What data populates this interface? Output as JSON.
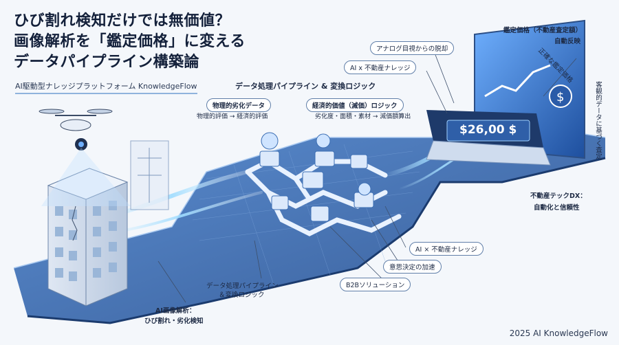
{
  "title": {
    "line1": "ひび割れ検知だけでは無価値？",
    "line2": "画像解析を「鑑定価格」に変える",
    "line3": "データパイプライン構築論"
  },
  "subtitle": "AI駆動型ナレッジプラットフォーム KnowledgeFlow",
  "pipeline": {
    "header": "データ処理パイプライン & 変換ロジック",
    "physical_pill": "物理的劣化データ",
    "physical_desc": "物理的評価 → 経済的評価",
    "economic_pill": "経済的価値（減価）ロジック",
    "economic_desc": "劣化度・面積・素材 → 減価額算出"
  },
  "price_display": "$26,00 $",
  "annotations": {
    "analog": "アナログ目視からの脱却",
    "ai_knowledge_top": "AI x 不動産ナレッジ",
    "appraisal_line1": "鑑定価格（不動産査定額）",
    "appraisal_line2": "自動反映",
    "accurate_price": "正確な鑑定価格",
    "objective": "客観的データに基づく査定",
    "dx_line1": "不動産テックDX：",
    "dx_line2": "自動化と信頼性",
    "ai_knowledge_bottom": "AI × 不動産ナレッジ",
    "decision": "意思決定の加速",
    "b2b": "B2Bソリューション",
    "pipeline_bottom_line1": "データ処理パイプライン",
    "pipeline_bottom_line2": "＆変換ロジック",
    "ai_image_line1": "AI画像解析：",
    "ai_image_line2": "ひび割れ・劣化検知"
  },
  "footer": "2025 AI KnowledgeFlow",
  "colors": {
    "accent": "#2f6fd1",
    "platform": "#3d6fb4",
    "background": "#f4f7fb"
  }
}
